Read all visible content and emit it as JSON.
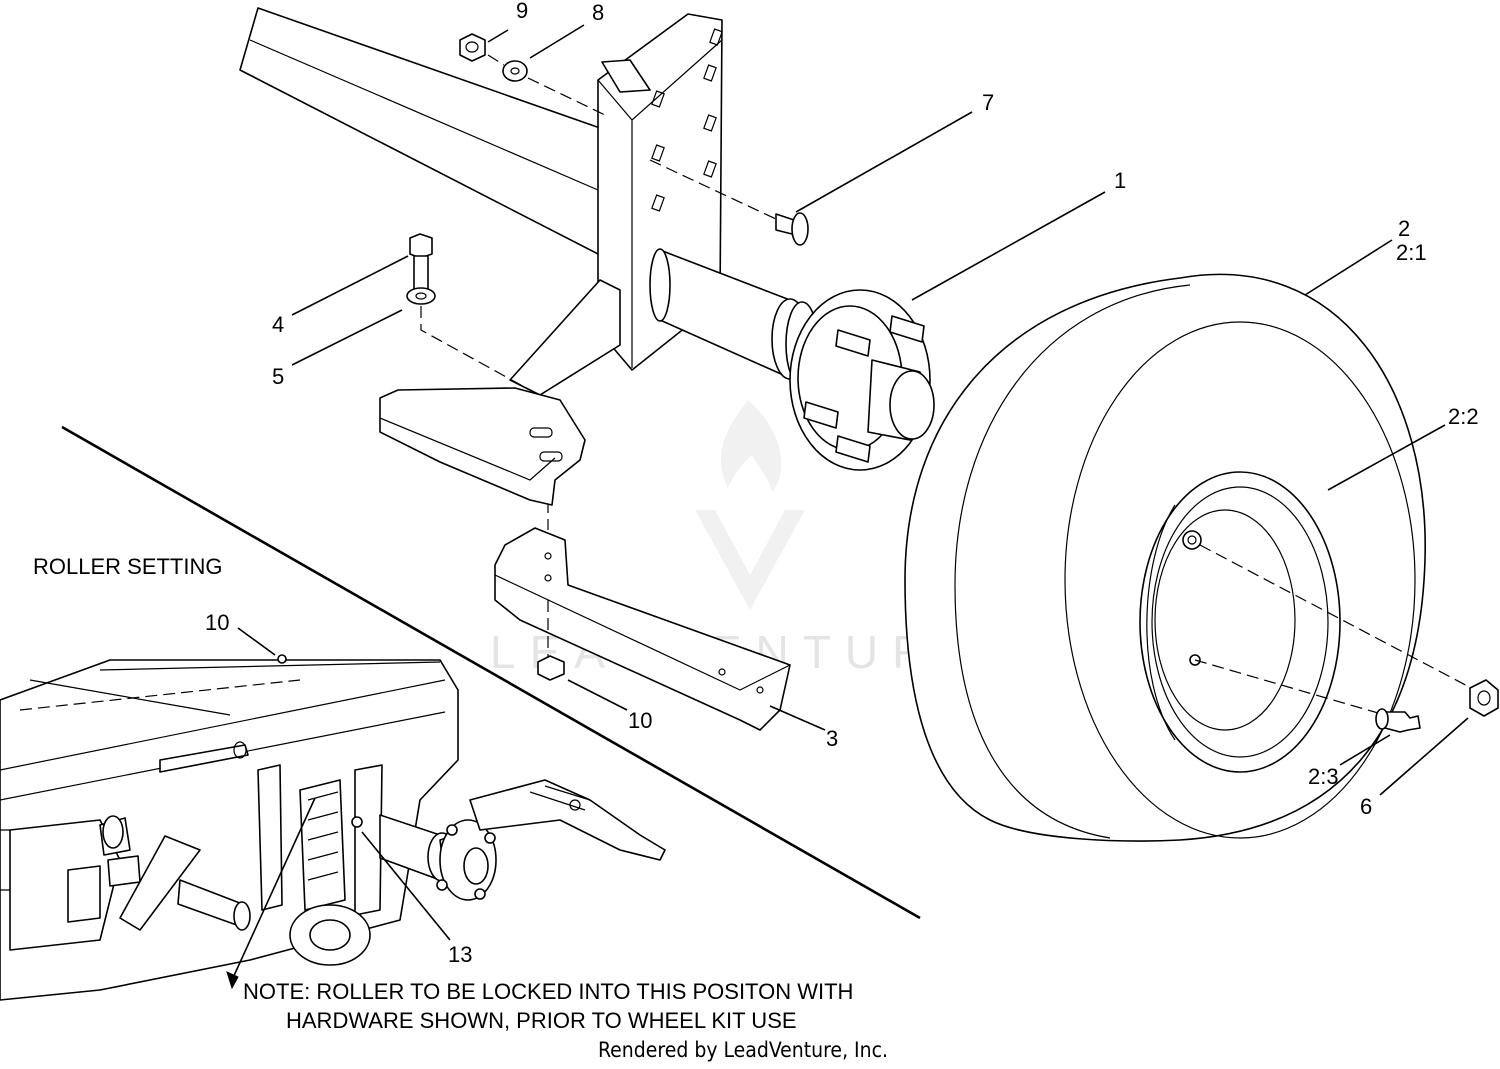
{
  "callouts": [
    {
      "id": "9",
      "text": "9"
    },
    {
      "id": "8",
      "text": "8"
    },
    {
      "id": "7",
      "text": "7"
    },
    {
      "id": "1",
      "text": "1"
    },
    {
      "id": "2",
      "text": "2"
    },
    {
      "id": "2_1",
      "text": "2:1"
    },
    {
      "id": "4",
      "text": "4"
    },
    {
      "id": "5",
      "text": "5"
    },
    {
      "id": "2_2",
      "text": "2:2"
    },
    {
      "id": "10a",
      "text": "10"
    },
    {
      "id": "3",
      "text": "3"
    },
    {
      "id": "2_3",
      "text": "2:3"
    },
    {
      "id": "6",
      "text": "6"
    },
    {
      "id": "10b",
      "text": "10"
    },
    {
      "id": "13",
      "text": "13"
    }
  ],
  "inset": {
    "title": "ROLLER SETTING"
  },
  "note": {
    "line1": "NOTE: ROLLER TO BE LOCKED INTO THIS POSITON WITH",
    "line2": "HARDWARE SHOWN, PRIOR TO WHEEL KIT USE"
  },
  "credit": "Rendered by LeadVenture, Inc.",
  "watermark": "LEADVENTURE",
  "colors": {
    "line": "#000000",
    "background": "#ffffff",
    "watermark": "#e4e4e4"
  }
}
